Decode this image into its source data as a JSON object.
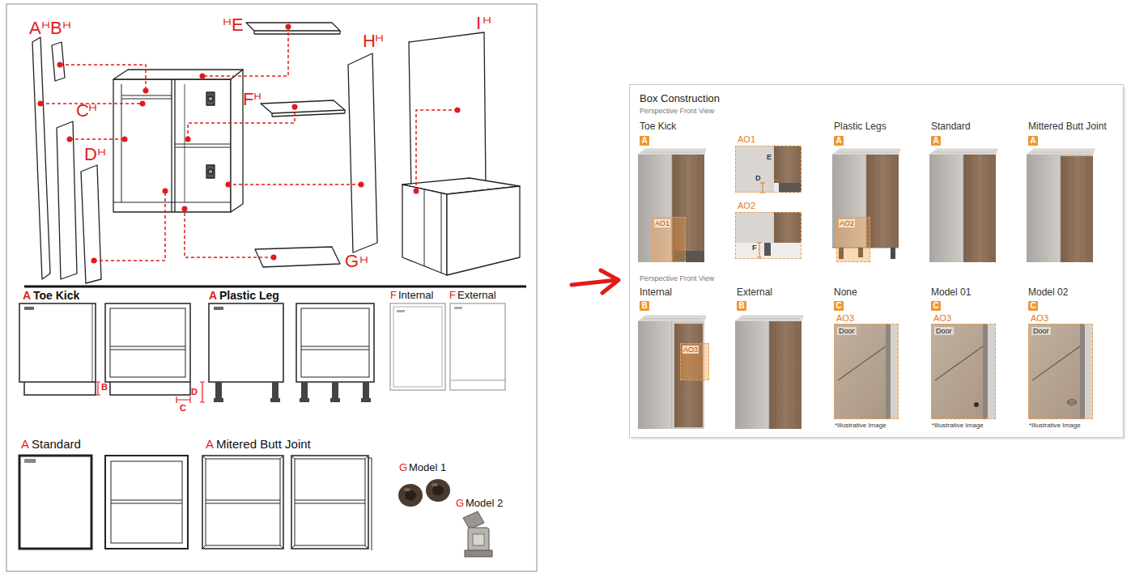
{
  "diagram": {
    "nodes": [
      {
        "text": [
          "Box Construction",
          "Perspective Front View"
        ]
      },
      {
        "text": [
          "A"
        ],
        "in": 0
      },
      {
        "text": [
          "AO1",
          "E",
          "D"
        ],
        "in": 0
      },
      {
        "text": [
          "A"
        ],
        "in": 0
      },
      {
        "text": [
          "A"
        ],
        "in": 0
      },
      {
        "text": [
          "A"
        ],
        "in": 0
      },
      {
        "text": [
          "AO2",
          "F"
        ],
        "in": 0
      },
      {
        "text": [
          "AO1"
        ],
        "in": 0
      },
      {
        "text": [
          "AO2"
        ],
        "in": 0
      },
      {
        "text": [
          "B"
        ],
        "in": 0
      },
      {
        "text": [
          "B"
        ],
        "in": 0
      },
      {
        "text": [
          "C"
        ],
        "in": 0
      },
      {
        "text": [
          "C"
        ],
        "in": 0
      },
      {
        "text": [
          "C"
        ],
        "in": 0
      },
      {
        "text": [
          "AO3",
          "Door",
          "*Illustrative Image"
        ],
        "in": 0
      },
      {
        "text": [
          "AO3",
          "Door",
          "*Illustrative Image"
        ],
        "in": 0
      },
      {
        "text": [
          "AO3",
          "Door",
          "*Illustrative Image"
        ],
        "in": 0
      },
      {
        "text": [
          "AO3"
        ],
        "in": 0
      }
    ],
    "labels": [
      "A",
      "B",
      "E",
      "H",
      "I",
      "C",
      "F",
      "D",
      "G",
      "A",
      "Toe Kick",
      "A",
      "Plastic Leg",
      "F",
      "Internal",
      "F",
      "External",
      "B",
      "D",
      "C",
      "A",
      "Standard",
      "A",
      "Mitered Butt Joint",
      "G",
      "Model 1",
      "G",
      "Model 2",
      "Toe Kick",
      "Plastic Legs",
      "Standard",
      "Mittered Butt Joint",
      "Perspective Front View",
      "Internal",
      "External",
      "None",
      "Model 01",
      "Model 02"
    ]
  }
}
